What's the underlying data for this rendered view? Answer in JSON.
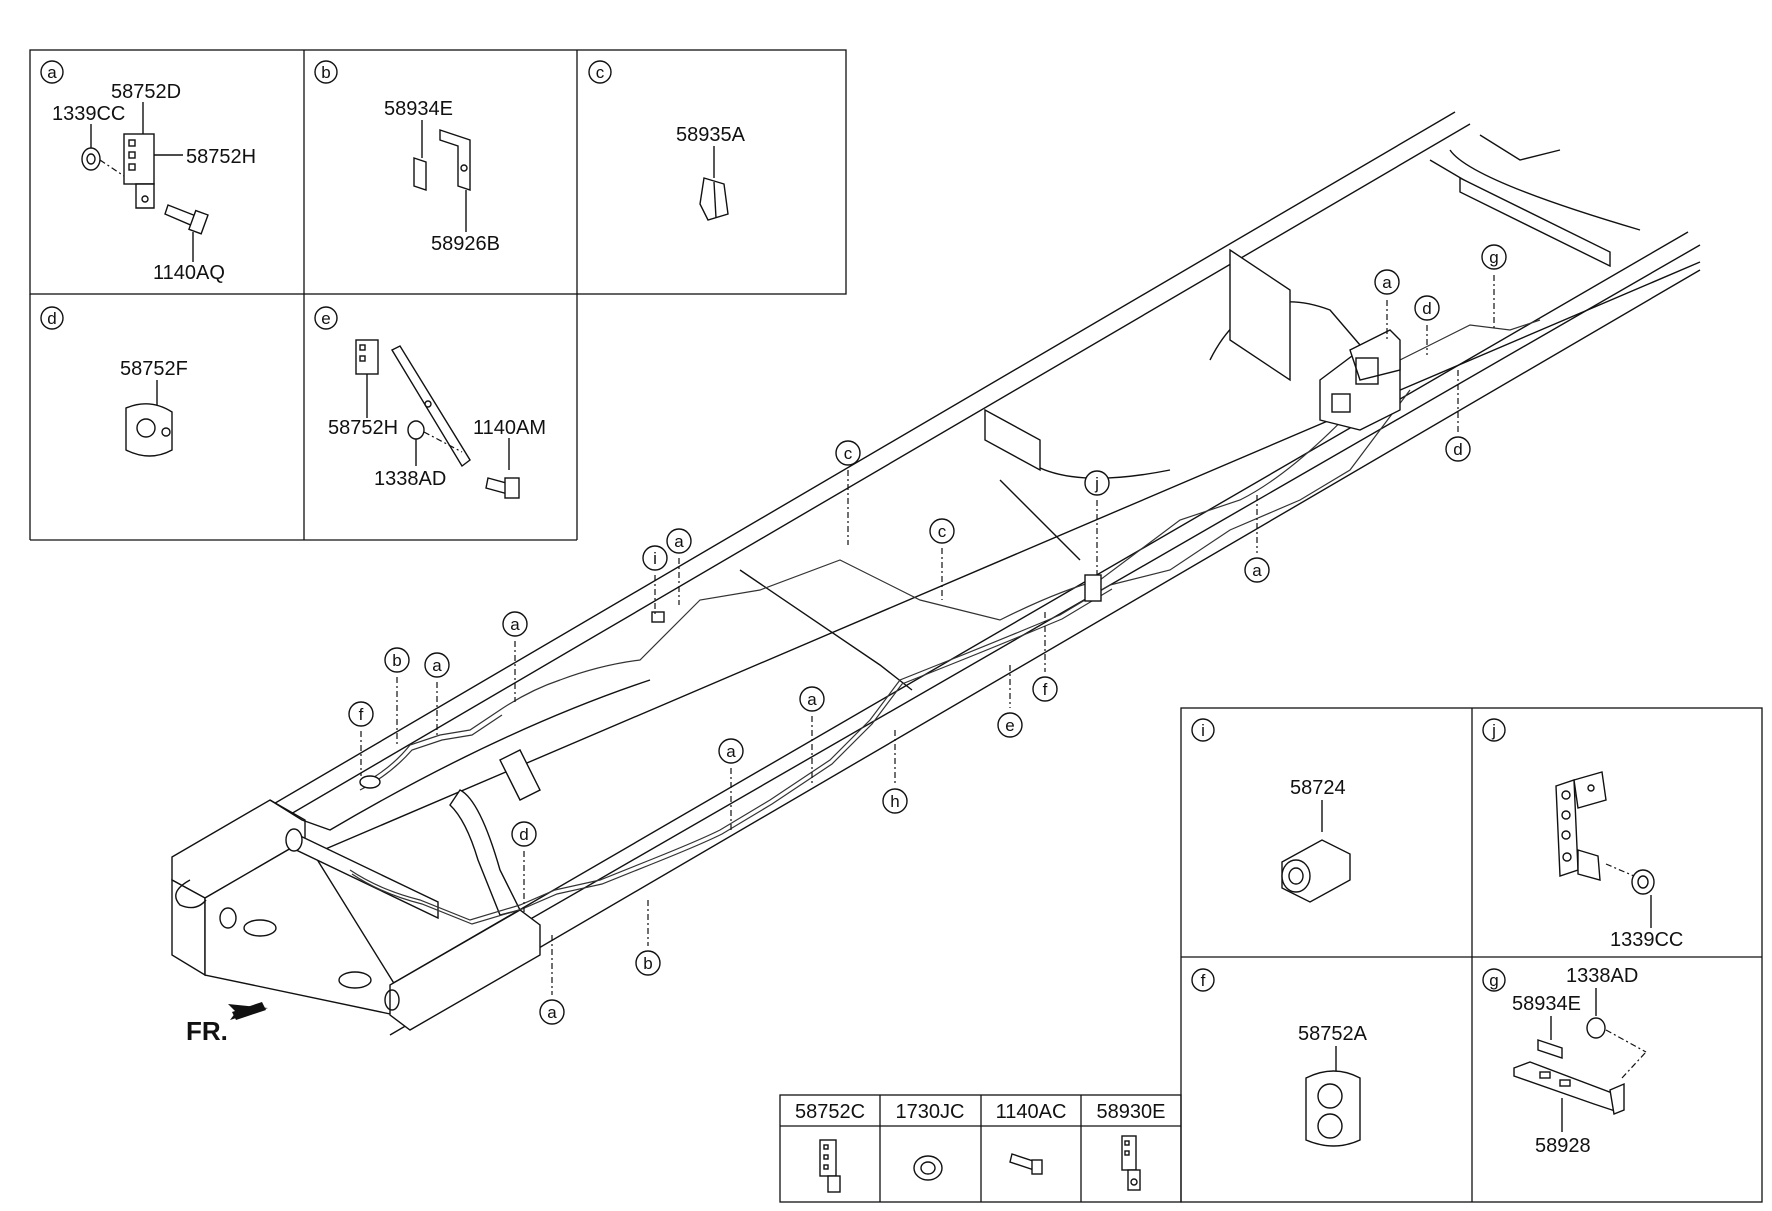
{
  "panels": {
    "a": {
      "letter": "a",
      "parts": [
        "58752D",
        "1339CC",
        "58752H",
        "1140AQ"
      ]
    },
    "b": {
      "letter": "b",
      "parts": [
        "58934E",
        "58926B"
      ]
    },
    "c": {
      "letter": "c",
      "parts": [
        "58935A"
      ]
    },
    "d": {
      "letter": "d",
      "parts": [
        "58752F"
      ]
    },
    "e": {
      "letter": "e",
      "parts": [
        "58752H",
        "1140AM",
        "1338AD"
      ]
    },
    "i": {
      "letter": "i",
      "parts": [
        "58724"
      ]
    },
    "j": {
      "letter": "j",
      "parts": [
        "1339CC"
      ]
    },
    "f": {
      "letter": "f",
      "parts": [
        "58752A"
      ]
    },
    "g": {
      "letter": "g",
      "parts": [
        "1338AD",
        "58934E",
        "58928"
      ]
    }
  },
  "table": {
    "headers": [
      "58752C",
      "1730JC",
      "1140AC",
      "58930E"
    ]
  },
  "front_label": "FR.",
  "callouts": {
    "a": "a",
    "b": "b",
    "c": "c",
    "d": "d",
    "e": "e",
    "f": "f",
    "g": "g",
    "h": "h",
    "i": "i",
    "j": "j"
  }
}
